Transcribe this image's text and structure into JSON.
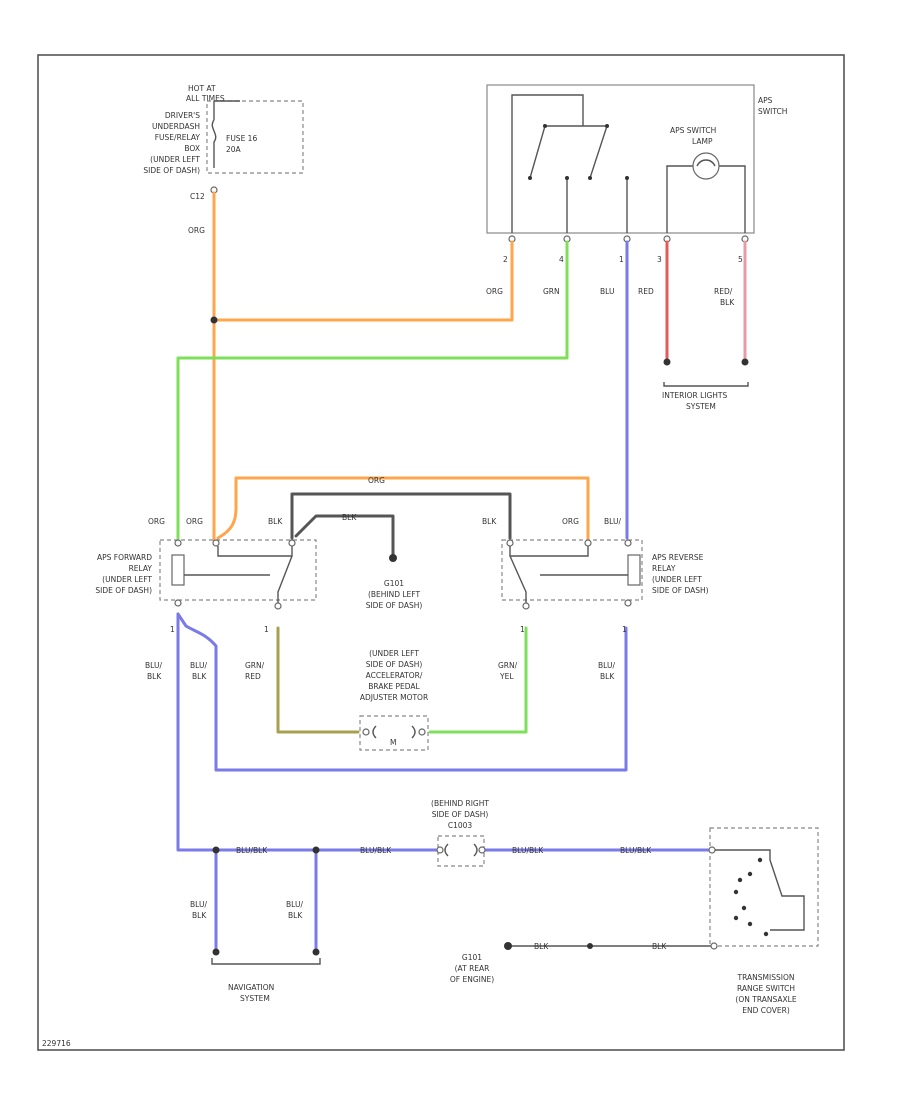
{
  "colors": {
    "orange": "#ffa64d",
    "green": "#7ddf5a",
    "blue": "#7a7ae8",
    "red": "#e65a5a",
    "pink": "#e89aa6",
    "olive": "#a8a04e",
    "black": "#555555"
  },
  "labels": {
    "hot_at": "HOT AT",
    "all_times": "ALL TIMES",
    "fuse_box": [
      "DRIVER'S",
      "UNDERDASH",
      "FUSE/RELAY",
      "BOX",
      "(UNDER LEFT",
      "SIDE OF DASH)"
    ],
    "fuse": [
      "FUSE 16",
      "20A"
    ],
    "fuse_pin": "C12",
    "aps_switch": [
      "APS",
      "SWITCH"
    ],
    "aps_lamp": [
      "APS SWITCH",
      "LAMP"
    ],
    "pin_numbers": [
      "2",
      "4",
      "1",
      "3",
      "5"
    ],
    "wire_colors_top": [
      "ORG",
      "GRN",
      "BLU",
      "RED",
      "RED/",
      "BLK"
    ],
    "interior_lights": [
      "INTERIOR LIGHTS",
      "SYSTEM"
    ],
    "org": "ORG",
    "blk": "BLK",
    "aps_forward": [
      "APS FORWARD",
      "RELAY",
      "(UNDER LEFT",
      "SIDE OF DASH)"
    ],
    "aps_reverse": [
      "APS REVERSE",
      "RELAY",
      "(UNDER LEFT",
      "SIDE OF DASH)"
    ],
    "ground_g101": [
      "G101",
      "(BEHIND LEFT",
      "SIDE OF DASH)"
    ],
    "relay_pin": "1",
    "motor_label": [
      "(UNDER LEFT",
      "SIDE OF DASH)",
      "ACCELERATOR/",
      "BRAKE PEDAL",
      "ADJUSTER MOTOR"
    ],
    "motor_symbol": "M",
    "blu_blk": [
      "BLU/",
      "BLK"
    ],
    "grn_red": [
      "GRN/",
      "RED"
    ],
    "grn_yel": [
      "GRN/",
      "YEL"
    ],
    "blu_blk_inline": "BLU/BLK",
    "behind_right": [
      "(BEHIND RIGHT",
      "SIDE OF DASH)",
      "C1003"
    ],
    "navigation": [
      "NAVIGATION",
      "SYSTEM"
    ],
    "g101_rear": [
      "G101",
      "(AT REAR",
      "OF ENGINE)"
    ],
    "transmission": [
      "TRANSMISSION",
      "RANGE SWITCH",
      "(ON TRANSAXLE",
      "END COVER)"
    ],
    "footer": "229716"
  }
}
